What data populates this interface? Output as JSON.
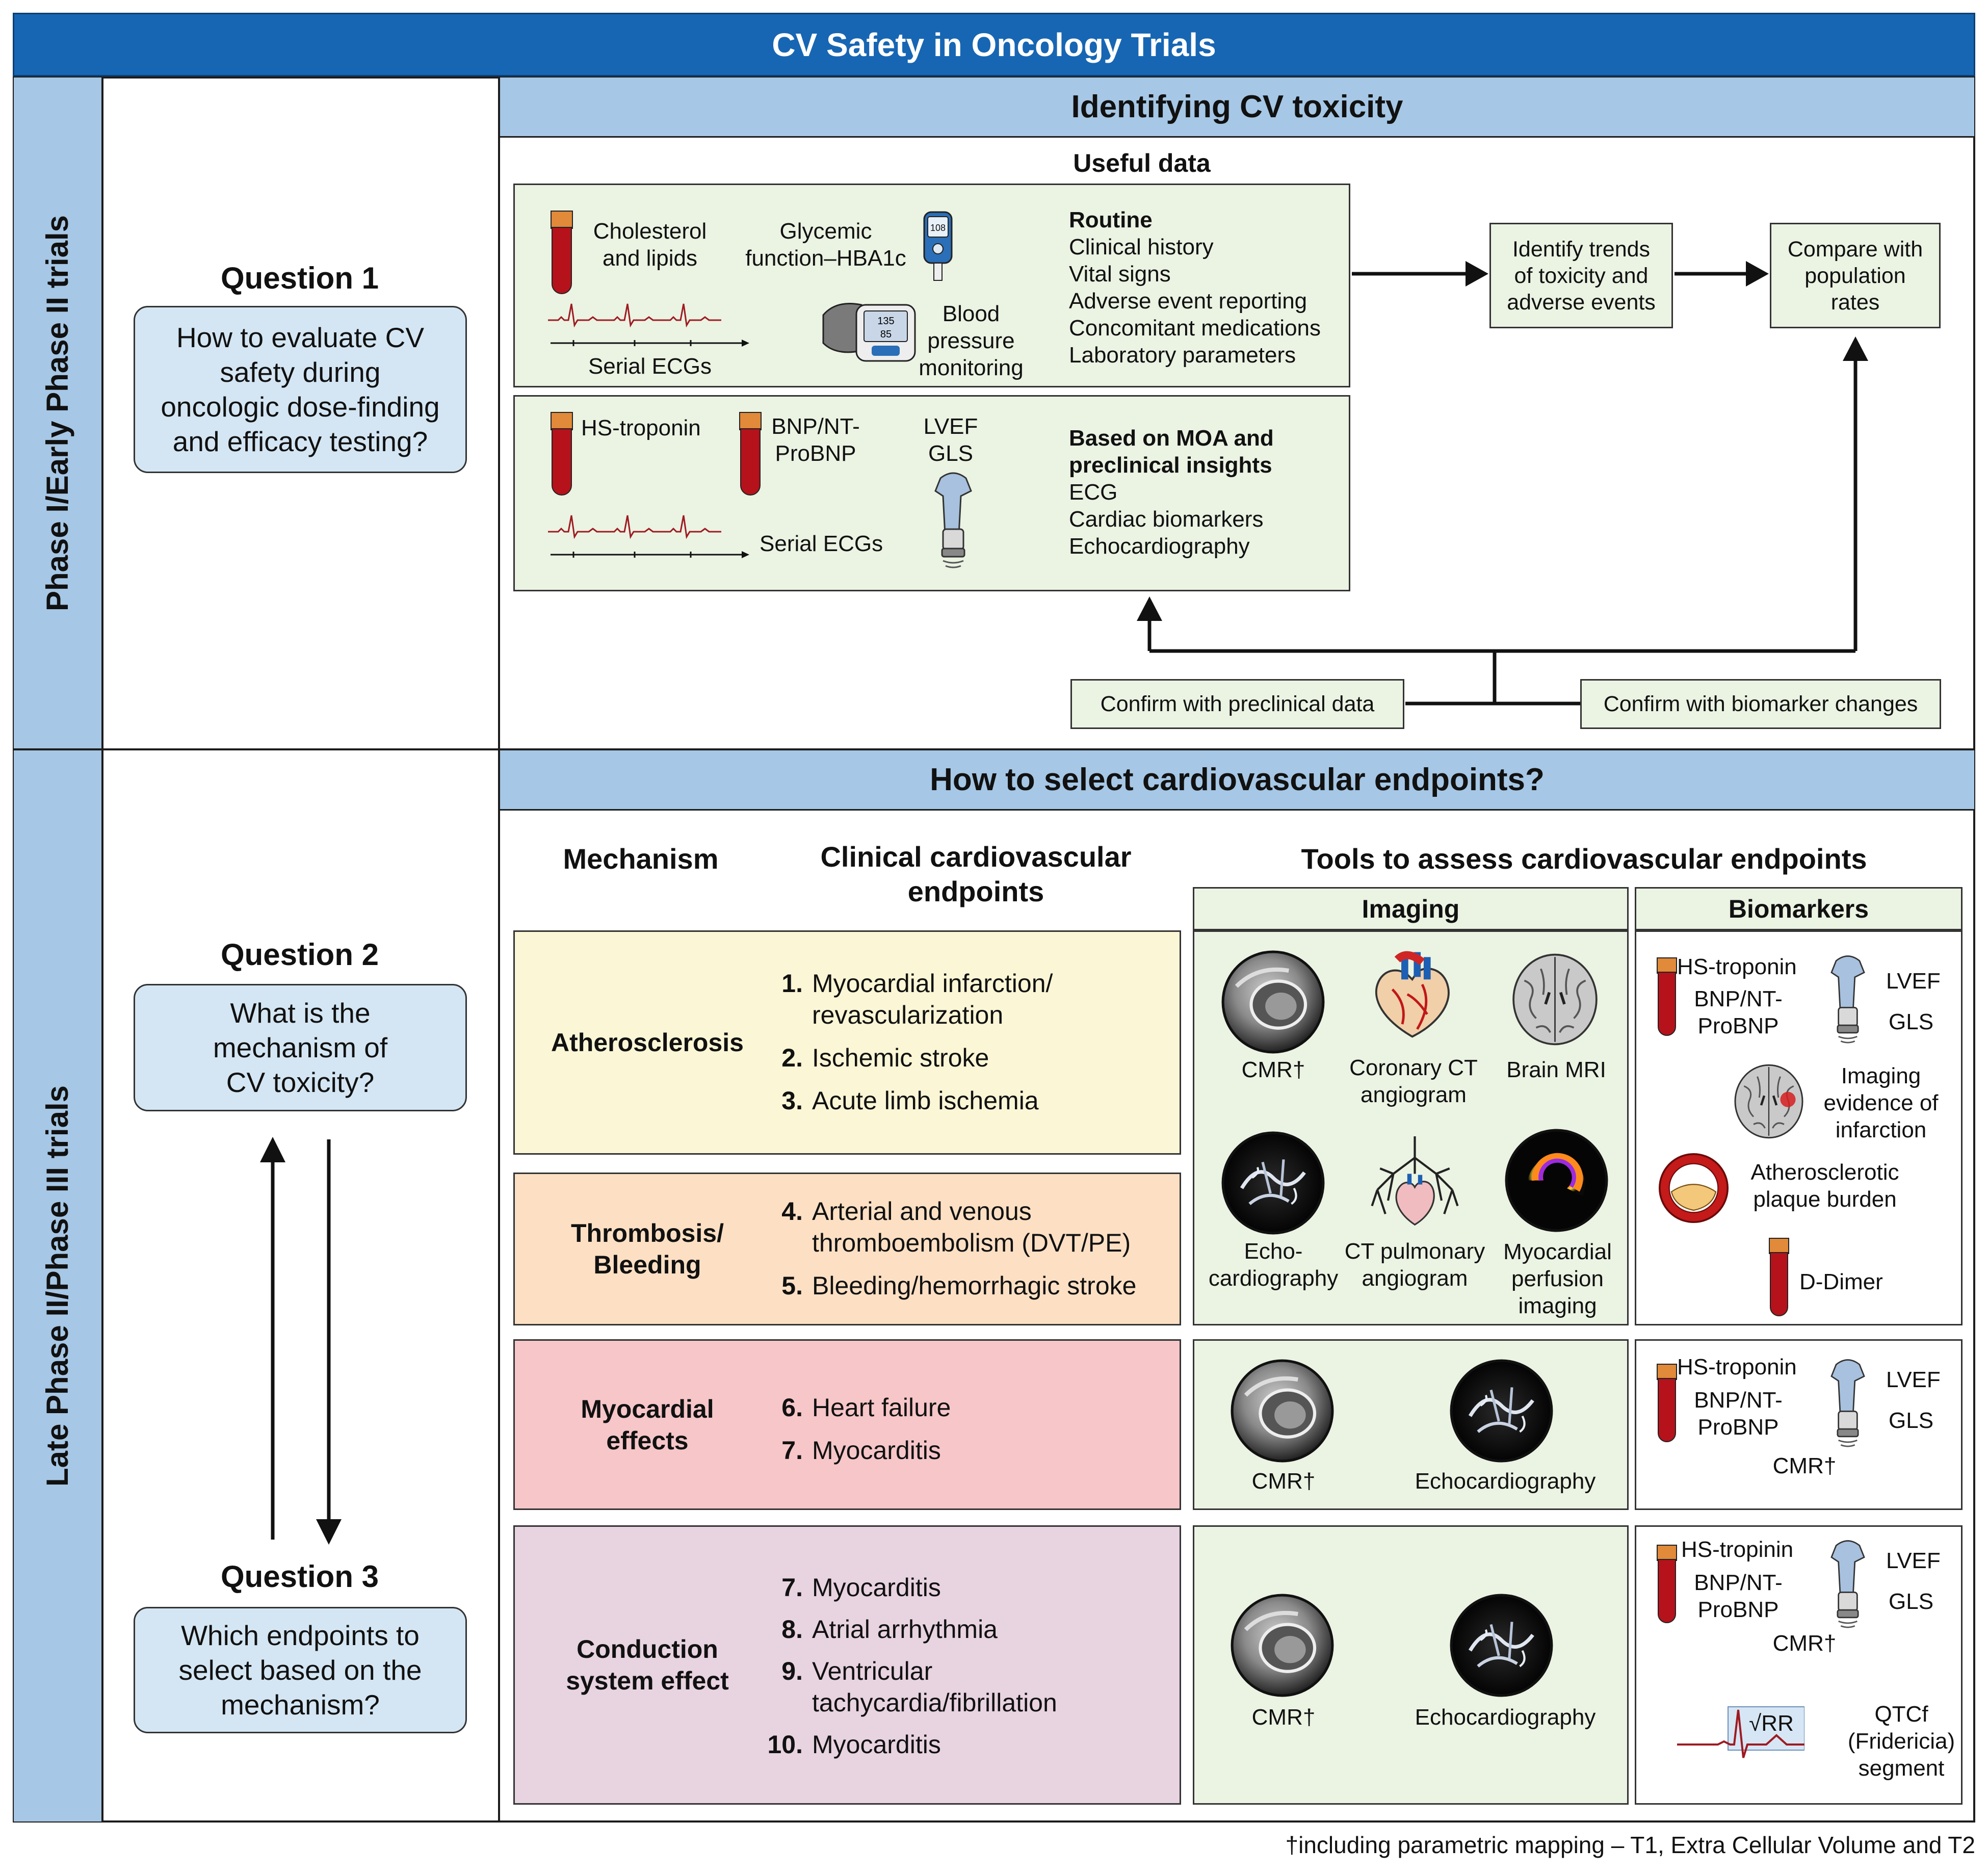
{
  "title": "CV Safety in Oncology Trials",
  "phase1": {
    "side_label": "Phase I/Early Phase II trials",
    "question_title": "Question 1",
    "question_text": "How to evaluate CV\nsafety during\noncologic dose-finding\nand efficacy testing?",
    "header": "Identifying CV toxicity",
    "useful_data": "Useful data",
    "routine_box": {
      "cholesterol": "Cholesterol\nand lipids",
      "glycemic": "Glycemic\nfunction–HBA1c",
      "glucometer_reading": "108",
      "serial_ecgs": "Serial ECGs",
      "bp": "Blood\npressure\nmonitoring",
      "bp_readings": [
        "135",
        "85"
      ],
      "routine_title": "Routine",
      "routine_items": [
        "Clinical history",
        "Vital signs",
        "Adverse event reporting",
        "Concomitant medications",
        "Laboratory parameters"
      ]
    },
    "moa_box": {
      "hs_troponin": "HS-troponin",
      "bnp": "BNP/NT-\nProBNP",
      "lvef": "LVEF\nGLS",
      "serial_ecgs": "Serial ECGs",
      "moa_title": "Based on MOA and\npreclinical insights",
      "moa_items": [
        "ECG",
        "Cardiac biomarkers",
        "Echocardiography"
      ]
    },
    "trends": "Identify trends\nof toxicity and\nadverse events",
    "compare": "Compare with\npopulation\nrates",
    "confirm_preclinical": "Confirm with preclinical data",
    "confirm_biomarker": "Confirm with biomarker changes"
  },
  "phase2": {
    "side_label": "Late Phase II/Phase III trials",
    "header": "How to select cardiovascular endpoints?",
    "q2_title": "Question 2",
    "q2_text": "What is the\nmechanism of\nCV toxicity?",
    "q3_title": "Question 3",
    "q3_text": "Which endpoints to\nselect based on the\nmechanism?",
    "col_mechanism": "Mechanism",
    "col_clinical": "Clinical cardiovascular\nendpoints",
    "col_tools": "Tools to assess cardiovascular endpoints",
    "imaging_hdr": "Imaging",
    "biomarkers_hdr": "Biomarkers",
    "mechanisms": [
      {
        "name": "Atherosclerosis",
        "color": "#faf6d6",
        "endpoints": [
          {
            "num": "1.",
            "text": "Myocardial infarction/\nrevascularization"
          },
          {
            "num": "2.",
            "text": "Ischemic stroke"
          },
          {
            "num": "3.",
            "text": "Acute limb ischemia"
          }
        ]
      },
      {
        "name": "Thrombosis/\nBleeding",
        "color": "#fde0c4",
        "endpoints": [
          {
            "num": "4.",
            "text": "Arterial and venous\nthromboembolism (DVT/PE)"
          },
          {
            "num": "5.",
            "text": "Bleeding/hemorrhagic stroke"
          }
        ]
      },
      {
        "name": "Myocardial\neffects",
        "color": "#f6c6c9",
        "endpoints": [
          {
            "num": "6.",
            "text": "Heart failure"
          },
          {
            "num": "7.",
            "text": "Myocarditis"
          }
        ]
      },
      {
        "name": "Conduction\nsystem effect",
        "color": "#e8d3e0",
        "endpoints": [
          {
            "num": "7.",
            "text": "Myocarditis"
          },
          {
            "num": "8.",
            "text": "Atrial arrhythmia"
          },
          {
            "num": "9.",
            "text": "Ventricular\ntachycardia/fibrillation"
          },
          {
            "num": "10.",
            "text": "Myocarditis"
          }
        ]
      }
    ],
    "imaging1": {
      "cmr": "CMR†",
      "coronary_ct": "Coronary CT\nangiogram",
      "brain_mri": "Brain MRI",
      "echo": "Echo-\ncardiography",
      "ct_pulmonary": "CT pulmonary\nangiogram",
      "perfusion": "Myocardial\nperfusion\nimaging"
    },
    "biomarkers1": {
      "hs_troponin": "HS-troponin",
      "bnp": "BNP/NT-\nProBNP",
      "lvef": "LVEF",
      "gls": "GLS",
      "imaging_evidence": "Imaging\nevidence of\ninfarction",
      "plaque": "Atherosclerotic\nplaque burden",
      "ddimer": "D-Dimer"
    },
    "imaging3": {
      "cmr": "CMR†",
      "echo": "Echocardiography"
    },
    "biomarkers3": {
      "hs_troponin": "HS-troponin",
      "bnp": "BNP/NT-\nProBNP",
      "lvef": "LVEF",
      "gls": "GLS",
      "cmr": "CMR†"
    },
    "imaging4": {
      "cmr": "CMR†",
      "echo": "Echocardiography"
    },
    "biomarkers4": {
      "hs_troponin": "HS-tropinin",
      "bnp": "BNP/NT-\nProBNP",
      "lvef": "LVEF",
      "gls": "GLS",
      "cmr": "CMR†",
      "sqrt_rr": "√RR",
      "qtcf": "QTCf\n(Fridericia)\nsegment"
    }
  },
  "footnote": "†including parametric mapping – T1, Extra Cellular Volume and T2",
  "colors": {
    "title_bar": "#1766b3",
    "section_header": "#a6c7e5",
    "green_panel": "#ebf3e3",
    "question_box": "#d4e6f3",
    "blood_red": "#b5121b"
  }
}
